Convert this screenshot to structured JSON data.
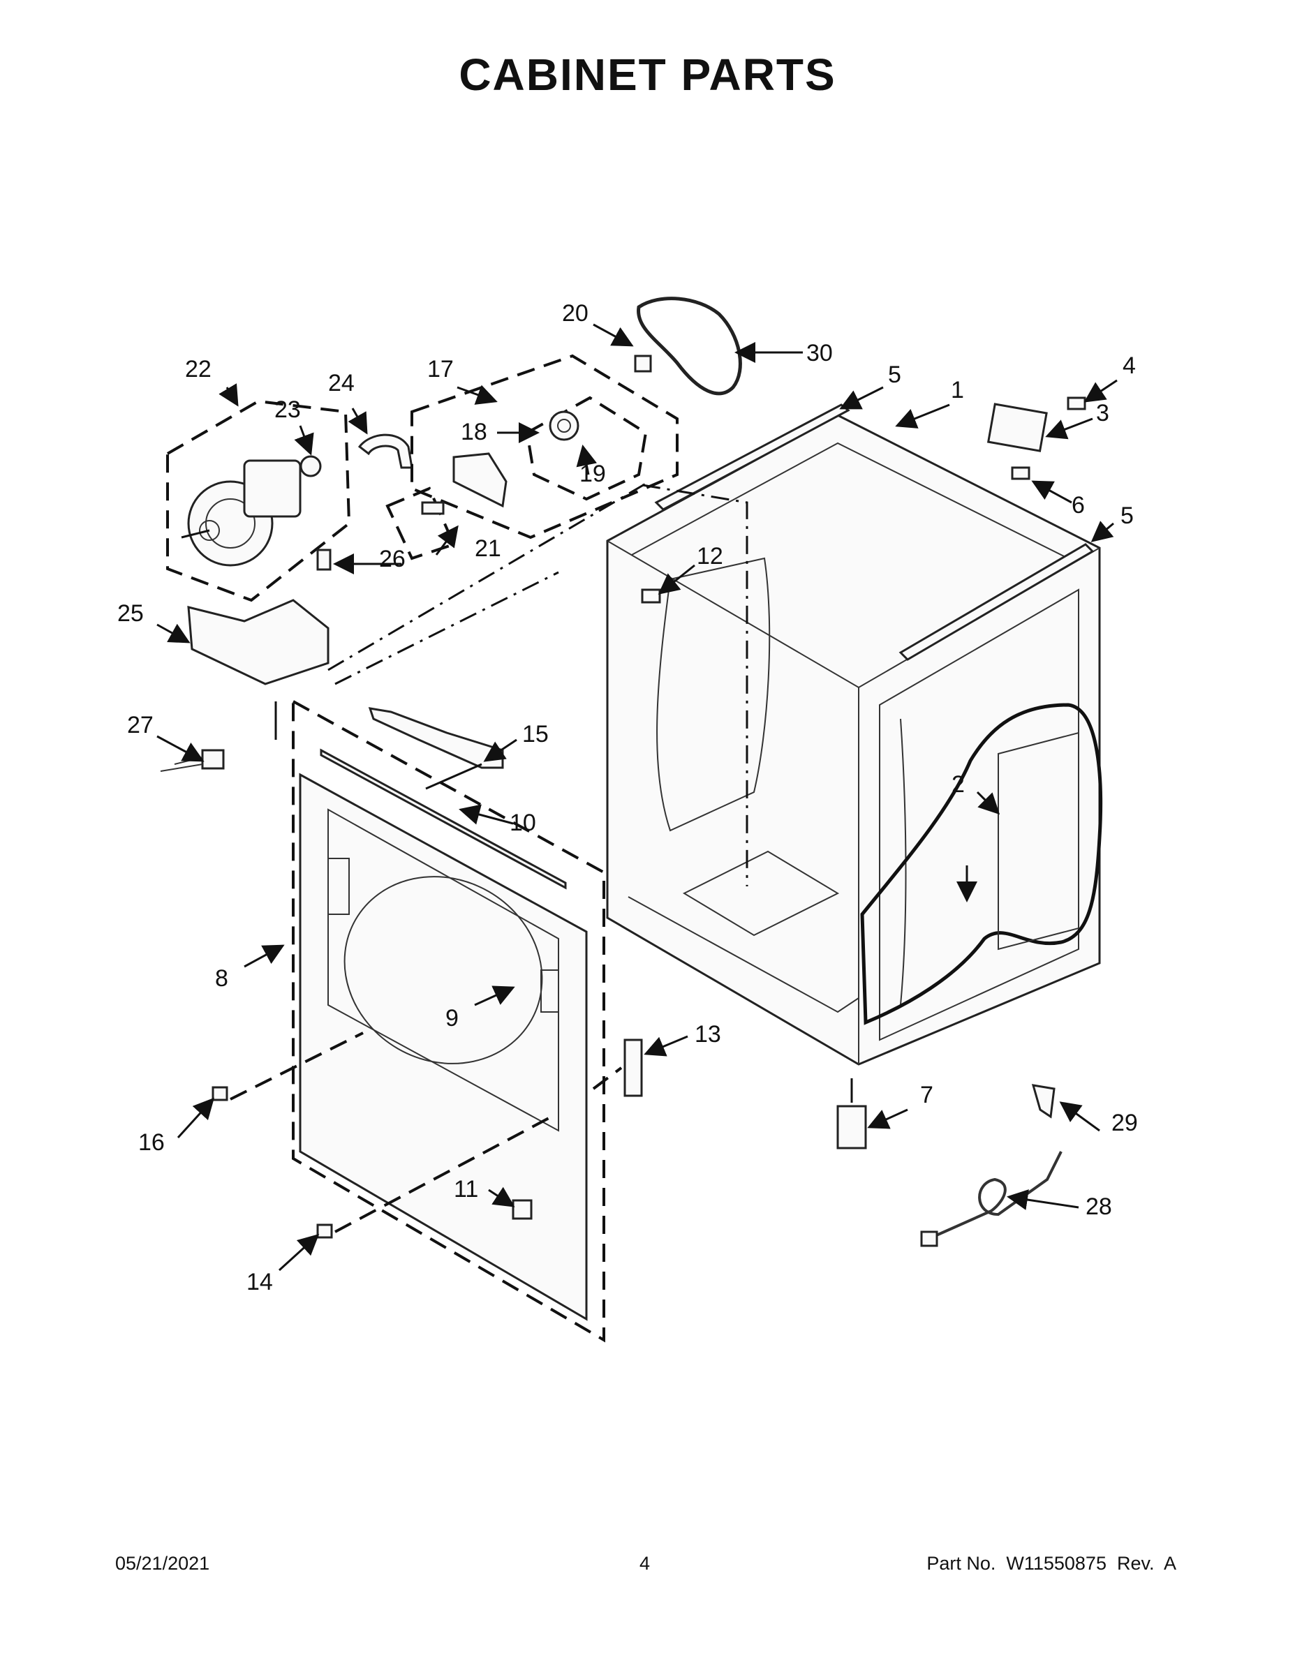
{
  "title": "CABINET PARTS",
  "callouts": {
    "c1": "1",
    "c2": "2",
    "c3": "3",
    "c4": "4",
    "c5a": "5",
    "c5b": "5",
    "c6": "6",
    "c7": "7",
    "c8": "8",
    "c9": "9",
    "c10": "10",
    "c11": "11",
    "c12": "12",
    "c13": "13",
    "c14": "14",
    "c15": "15",
    "c16": "16",
    "c17": "17",
    "c18": "18",
    "c19": "19",
    "c20": "20",
    "c21": "21",
    "c22": "22",
    "c23": "23",
    "c24": "24",
    "c25": "25",
    "c26": "26",
    "c27": "27",
    "c28": "28",
    "c29": "29",
    "c30": "30"
  },
  "footer": {
    "date": "05/21/2021",
    "page": "4",
    "part": "Part No.  W11550875  Rev.  A"
  }
}
